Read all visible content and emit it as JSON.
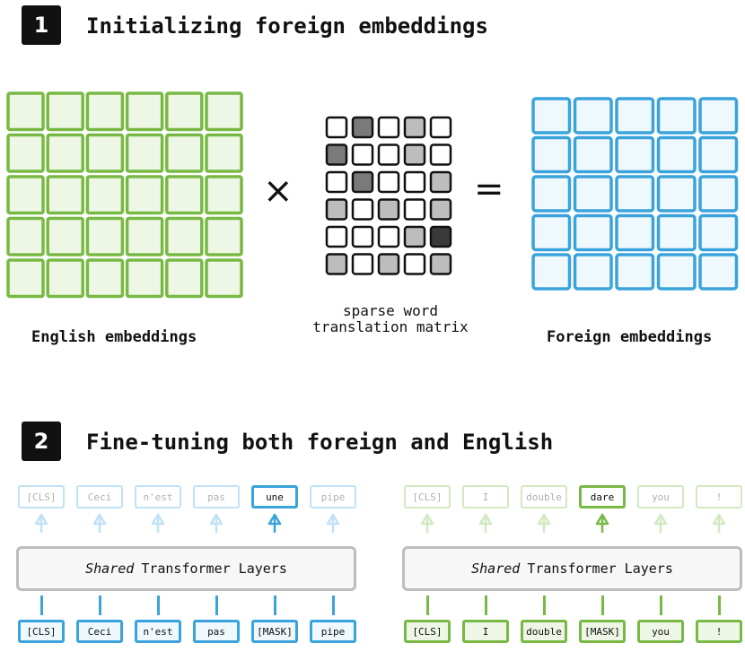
{
  "step1": {
    "number": "1",
    "title": "Initializing foreign embeddings",
    "english_caption": "English embeddings",
    "matrix_caption_line1": "sparse word",
    "matrix_caption_line2": "translation matrix",
    "foreign_caption": "Foreign embeddings",
    "times": "×",
    "equals": "=",
    "english_grid": {
      "rows": 5,
      "cols": 6
    },
    "foreign_grid": {
      "rows": 5,
      "cols": 5
    },
    "matrix": [
      [
        0,
        2,
        0,
        1,
        0
      ],
      [
        2,
        0,
        0,
        1,
        0
      ],
      [
        0,
        2,
        0,
        0,
        1
      ],
      [
        1,
        0,
        1,
        0,
        1
      ],
      [
        0,
        0,
        0,
        1,
        3
      ],
      [
        1,
        0,
        1,
        0,
        1
      ]
    ],
    "colors": {
      "green_border": "#78b944",
      "green_fill": "#eef7e6",
      "blue_border": "#3aa3db",
      "blue_fill": "#eef8fd",
      "matrix_levels": [
        "#ffffff",
        "#bdbdbd",
        "#7a7a7a",
        "#3a3a3a"
      ]
    }
  },
  "step2": {
    "number": "2",
    "title": "Fine-tuning both foreign and English",
    "shared_word": "Shared",
    "layer_label": "Transformer Layers",
    "foreign": {
      "outputs": [
        "[CLS]",
        "Ceci",
        "n'est",
        "pas",
        "une",
        "pipe"
      ],
      "inputs": [
        "[CLS]",
        "Ceci",
        "n'est",
        "pas",
        "[MASK]",
        "pipe"
      ],
      "highlight_index": 4,
      "color": "#3aa3db",
      "faded_color": "#bfe2f4"
    },
    "english": {
      "outputs": [
        "[CLS]",
        "I",
        "double",
        "dare",
        "you",
        "!"
      ],
      "inputs": [
        "[CLS]",
        "I",
        "double",
        "[MASK]",
        "you",
        "!"
      ],
      "highlight_index": 3,
      "color": "#78b944",
      "faded_color": "#d3e9c2"
    }
  }
}
